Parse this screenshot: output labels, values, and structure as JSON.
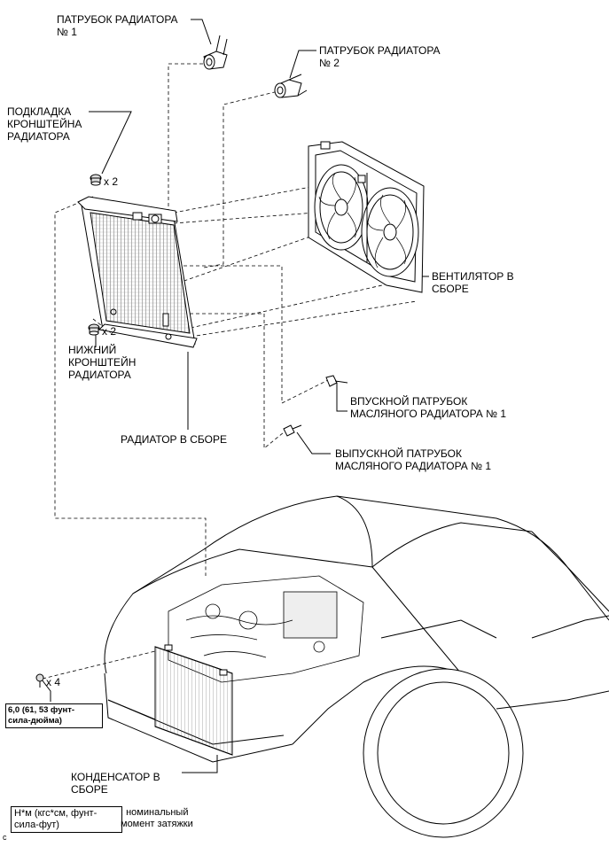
{
  "labels": {
    "radiator_hose_1": [
      "ПАТРУБОК РАДИАТОРА",
      "№ 1"
    ],
    "radiator_hose_2": [
      "ПАТРУБОК РАДИАТОРА",
      "№ 2"
    ],
    "bracket_cushion": [
      "ПОДКЛАДКА",
      "КРОНШТЕЙНА",
      "РАДИАТОРА"
    ],
    "fan_assembly": [
      "ВЕНТИЛЯТОР В",
      "СБОРЕ"
    ],
    "lower_bracket": [
      "НИЖНИЙ",
      "КРОНШТЕЙН",
      "РАДИАТОРА"
    ],
    "oil_cooler_inlet": [
      "ВПУСКНОЙ ПАТРУБОК",
      "МАСЛЯНОГО РАДИАТОРА № 1"
    ],
    "radiator_assembly": [
      "РАДИАТОР В СБОРЕ"
    ],
    "oil_cooler_outlet": [
      "ВЫПУСКНОЙ ПАТРУБОК",
      "МАСЛЯНОГО РАДИАТОРА № 1"
    ],
    "condenser": [
      "КОНДЕНСАТОР В",
      "СБОРЕ"
    ]
  },
  "quantities": {
    "cushion_qty": "x 2",
    "lower_bracket_qty": "x 2",
    "bolt_qty": "x 4"
  },
  "torque_spec": [
    "6,0 (61, 53 фунт-",
    "сила-дюйма)"
  ],
  "legend": {
    "unit_box": [
      "Н*м (кгс*см, фунт-",
      "сила-фут)"
    ],
    "meaning": [
      ": номинальный",
      "момент затяжки"
    ]
  },
  "corner_mark": "c"
}
